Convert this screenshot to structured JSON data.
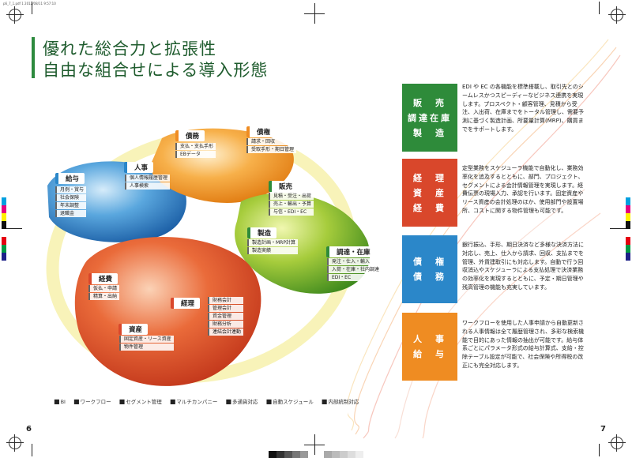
{
  "slug": "p6_7_1.pdf 1 2012/08/11 9:57:10",
  "title": {
    "line1": "優れた総合力と拡張性",
    "line2": "自由な組合せによる導入形態"
  },
  "modules": {
    "saimu": {
      "label": "債務",
      "items": [
        "支払・支払手形",
        "EBデータ"
      ]
    },
    "saiken": {
      "label": "債権",
      "items": [
        "請求・回収",
        "受取手形・期日管理"
      ]
    },
    "jinji": {
      "label": "人事",
      "items": [
        "個人情報履歴管理",
        "人事検索"
      ]
    },
    "kyuyo": {
      "label": "給与",
      "items": [
        "月例・賞与",
        "社会保険",
        "年末調整",
        "退職金"
      ]
    },
    "hanbai": {
      "label": "販売",
      "items": [
        "見積・受注・出荷",
        "売上・輸出・予算",
        "与信・EDI・EC"
      ]
    },
    "seizo": {
      "label": "製造",
      "items": [
        "製造計画・MRP計算",
        "製造実績"
      ]
    },
    "chotatsu": {
      "label": "調達・在庫",
      "items": [
        "発注・仕入・輸入",
        "入荷・在庫・社内調達",
        "EDI・EC"
      ]
    },
    "keihi": {
      "label": "経費",
      "items": [
        "仮払・申請",
        "精算・出納"
      ]
    },
    "keiri": {
      "label": "経理",
      "items": [
        "財務会計",
        "管理会計",
        "資金管理",
        "財務分析",
        "連結会計連動"
      ]
    },
    "shisan": {
      "label": "資産",
      "items": [
        "固定資産・リース資産",
        "物件管理"
      ]
    }
  },
  "legend": [
    "BI",
    "ワークフロー",
    "セグメント管理",
    "マルチカンパニー",
    "多通貨対応",
    "自動スケジュール",
    "内部統制対応"
  ],
  "features": [
    {
      "lines": [
        "販　売",
        "調達在庫",
        "製　造"
      ],
      "color": "#2e8b3a",
      "text": "EDI や EC の各機能を標準搭載し、取引先とのシームレスかつスピーディーなビジネス連携を実現します。プロスペクト・顧客管理、見積から受注、入出荷、在庫までをトータル管理し、需要予測に基づく製造計画、所要量計算(MRP)、購買までをサポートします。"
    },
    {
      "lines": [
        "経　理",
        "資　産",
        "経　費"
      ],
      "color": "#d9472b",
      "text": "定型業務をスケジューラ機能で自動化し、業務効率化を追及するとともに、部門、プロジェクト、セグメントによる会計情報管理を実現します。経費伝票の現場入力、承認を行います。固定資産やリース資産の会計処理のほか、使用部門や設置場所、コストに関する物件管理も可能です。"
    },
    {
      "lines": [
        "債　権",
        "債　務"
      ],
      "color": "#2b87c9",
      "text": "銀行振込、手形、期日決済など多様な決済方法に対応し、売上、仕入から請求、回収、支払までを管理、外貨建取引にも対応します。自動で行う回収消込やスケジューラによる支払処理で決済業務の効率化を実現するとともに、予定・期日管理や残高管理の機能も充実しています。"
    },
    {
      "lines": [
        "人　事",
        "給　与"
      ],
      "color": "#ef8c22",
      "text": "ワークフローを使用した人事申請から自動更新される人事情報は全て履歴管理され、多彩な検索機能で目的にあった情報の抽出が可能です。給与体系ごとにパラメータ形式の給与計算式、支給・控除テーブル設定が可能で、社会保険や所得税の改正にも完全対応します。"
    }
  ],
  "page_left": "6",
  "page_right": "7"
}
